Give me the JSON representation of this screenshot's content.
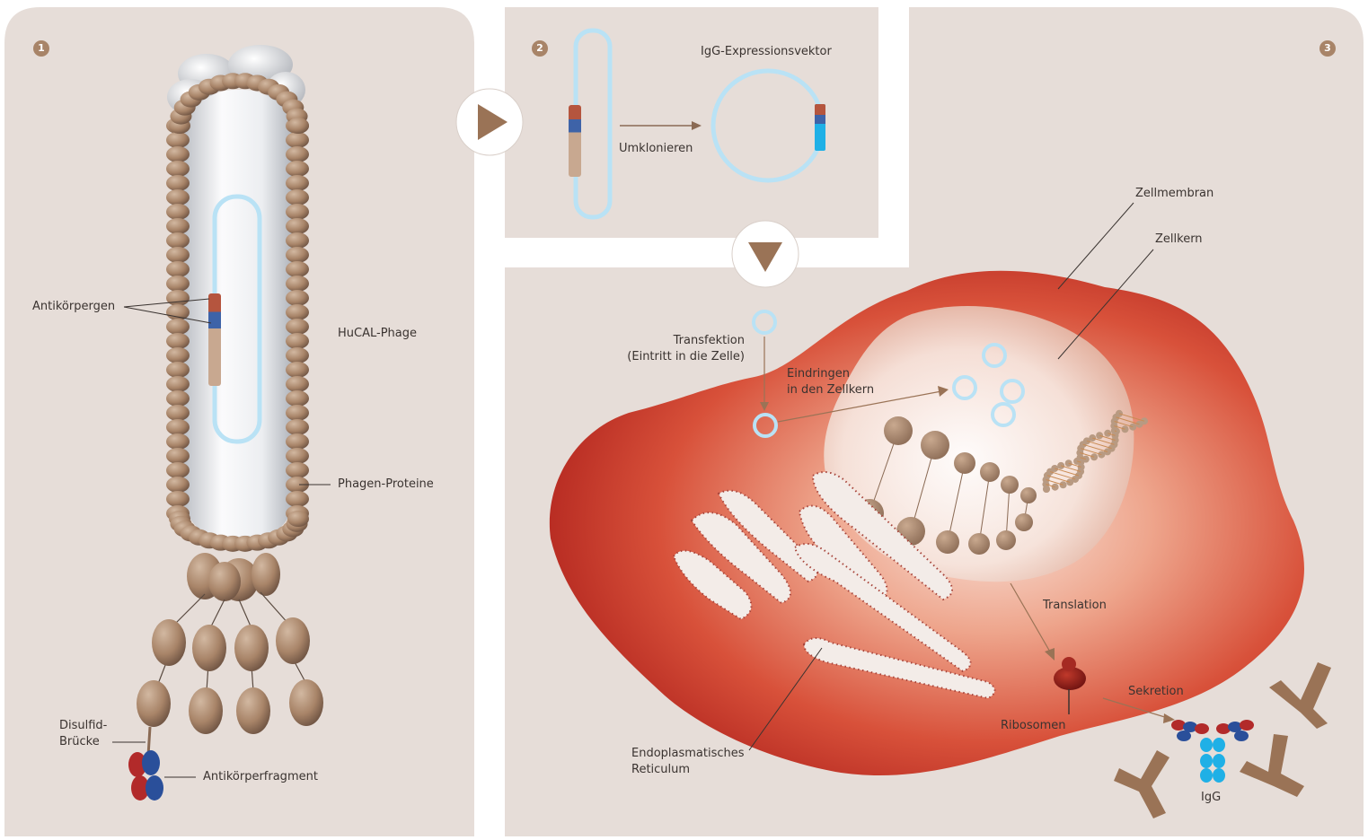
{
  "colors": {
    "panel_bg": "#e6ddd8",
    "phage_bead": "#a88468",
    "arrow_brown": "#9a7356",
    "plasmid_blue": "#b9e2f5",
    "gene_red": "#b5553e",
    "gene_blue": "#3e63a8",
    "cell_red": "#c0392b"
  },
  "step_numbers": [
    "1",
    "2",
    "3"
  ],
  "panel1": {
    "antibody_gene_label": "Antikörpergen",
    "phage_label": "HuCAL-Phage",
    "phage_proteins_label": "Phagen-Proteine",
    "disulfide_label_line1": "Disulfid-",
    "disulfide_label_line2": "Brücke",
    "fragment_label": "Antikörperfragment"
  },
  "panel2": {
    "vector_label": "IgG-Expressionsvektor",
    "recloning_label": "Umklonieren"
  },
  "panel3": {
    "membrane_label": "Zellmembran",
    "nucleus_label": "Zellkern",
    "transfection_line1": "Transfektion",
    "transfection_line2": "(Eintritt in die Zelle)",
    "nucleus_entry_line1": "Eindringen",
    "nucleus_entry_line2": "in den Zellkern",
    "translation_label": "Translation",
    "ribosome_label": "Ribosomen",
    "secretion_label": "Sekretion",
    "er_line1": "Endoplasmatisches",
    "er_line2": "Reticulum",
    "igg_label": "IgG"
  },
  "icons": [
    "play-arrow-icon",
    "down-arrow-icon"
  ]
}
